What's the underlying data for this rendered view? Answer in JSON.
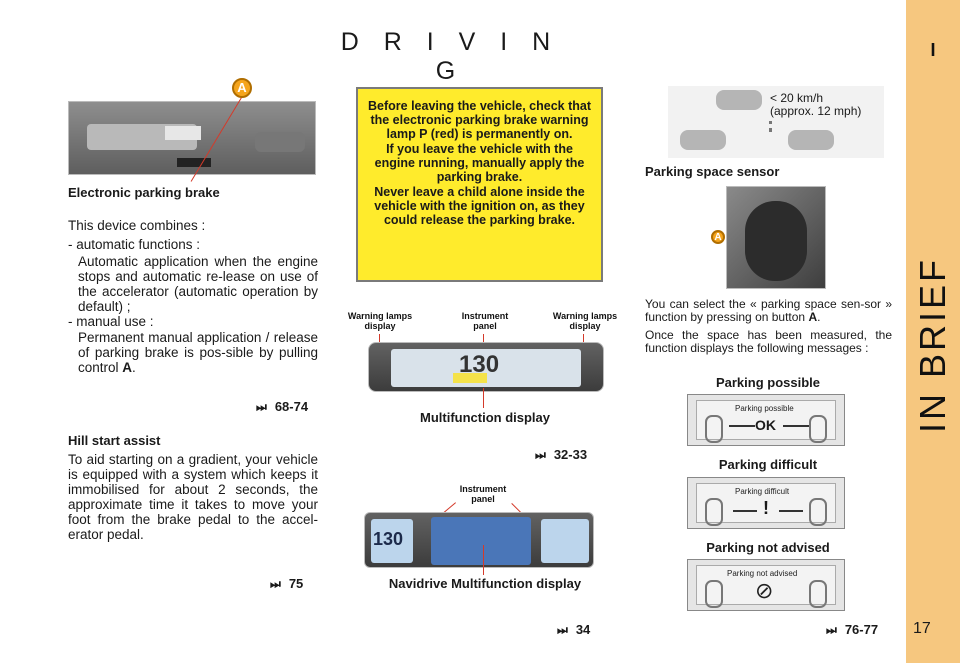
{
  "page": {
    "title": "D R I V I N G",
    "section_tab": "IN BRIEF",
    "section_mark": "I",
    "page_number": "17"
  },
  "electronic_parking_brake": {
    "marker": "A",
    "heading": "Electronic parking brake",
    "intro": "This device combines :",
    "item1_label": "- automatic functions :",
    "item1_text": "Automatic application when the engine stops and automatic re-lease on use of the accelerator (automatic operation by default) ;",
    "item2_label": "- manual use :",
    "item2_text_before": "Permanent manual application / release of parking brake is pos-sible by pulling control ",
    "item2_control": "A",
    "item2_text_after": ".",
    "ref": "68-74"
  },
  "hill_start_assist": {
    "heading": "Hill start assist",
    "text": "To aid starting on a gradient, your vehicle is equipped with a system which keeps it immobilised for about 2 seconds, the approximate time it takes to move your foot from the brake pedal to the accel-erator pedal.",
    "ref": "75"
  },
  "warning_box": {
    "p1": "Before leaving the vehicle, check that the electronic parking brake warning lamp P (red) is permanently on.",
    "p2": "If you leave the vehicle with the engine running, manually apply the parking brake.",
    "p3": "Never leave a child alone inside the vehicle with the ignition on, as they could release the parking brake."
  },
  "multifunction_display": {
    "label_left": "Warning lamps display",
    "label_center": "Instrument panel",
    "label_right": "Warning lamps display",
    "speed": "130",
    "caption": "Multifunction display",
    "ref": "32-33"
  },
  "navidrive": {
    "label": "Instrument panel",
    "speed": "130",
    "caption": "Navidrive Multifunction display",
    "ref": "34"
  },
  "parking_sensor": {
    "speed_line1": "< 20 km/h",
    "speed_line2": "(approx. 12 mph)",
    "heading": "Parking space sensor",
    "marker": "A",
    "text1_before": "You can select the « parking space sen-sor » function by pressing on button ",
    "text1_button": "A",
    "text1_after": ".",
    "text2": "Once the space has been measured, the function displays the following messages :",
    "msg1_heading": "Parking possible",
    "msg1_screen_title": "Parking possible",
    "msg1_screen_text": "OK",
    "msg2_heading": "Parking difficult",
    "msg2_screen_title": "Parking difficult",
    "msg2_screen_text": "!",
    "msg3_heading": "Parking not advised",
    "msg3_screen_title": "Parking not advised",
    "ref": "76-77"
  },
  "icons": {
    "page_ref": "⏭",
    "no_entry": "⊘"
  }
}
